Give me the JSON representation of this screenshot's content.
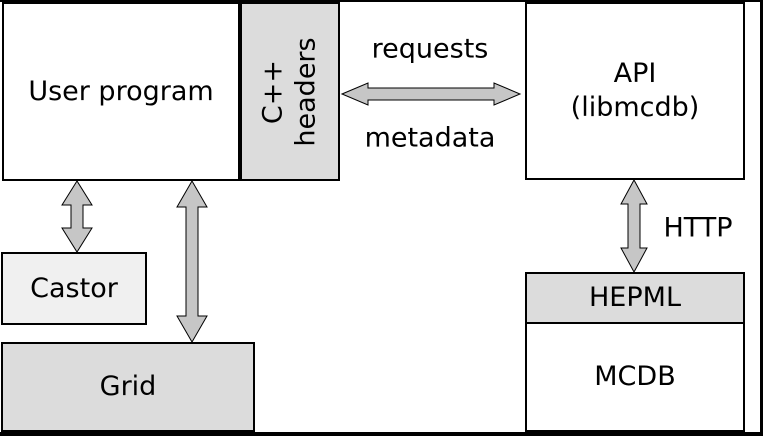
{
  "diagram": {
    "boxes": {
      "user_program": {
        "label": "User program"
      },
      "cpp_headers": {
        "line1": "C++",
        "line2": "headers"
      },
      "api": {
        "line1": "API",
        "line2": "(libmcdb)"
      },
      "castor": {
        "label": "Castor"
      },
      "grid": {
        "label": "Grid"
      },
      "hepml": {
        "label": "HEPML"
      },
      "mcdb": {
        "label": "MCDB"
      }
    },
    "arrow_labels": {
      "requests": "requests",
      "metadata": "metadata",
      "http": "HTTP"
    },
    "connections": [
      {
        "from": "C++ headers",
        "to": "API (libmcdb)",
        "type": "bidirectional",
        "labels": [
          "requests",
          "metadata"
        ]
      },
      {
        "from": "User program",
        "to": "Castor",
        "type": "bidirectional",
        "labels": []
      },
      {
        "from": "User program",
        "to": "Grid",
        "type": "bidirectional",
        "labels": []
      },
      {
        "from": "API (libmcdb)",
        "to": "HEPML",
        "type": "bidirectional",
        "labels": [
          "HTTP"
        ]
      }
    ],
    "colors": {
      "box_gray": "#dcdcdc",
      "box_light_gray": "#f0f0f0",
      "arrow_fill": "#c6c6c6",
      "border_black": "#000000",
      "bg_white": "#ffffff"
    }
  }
}
